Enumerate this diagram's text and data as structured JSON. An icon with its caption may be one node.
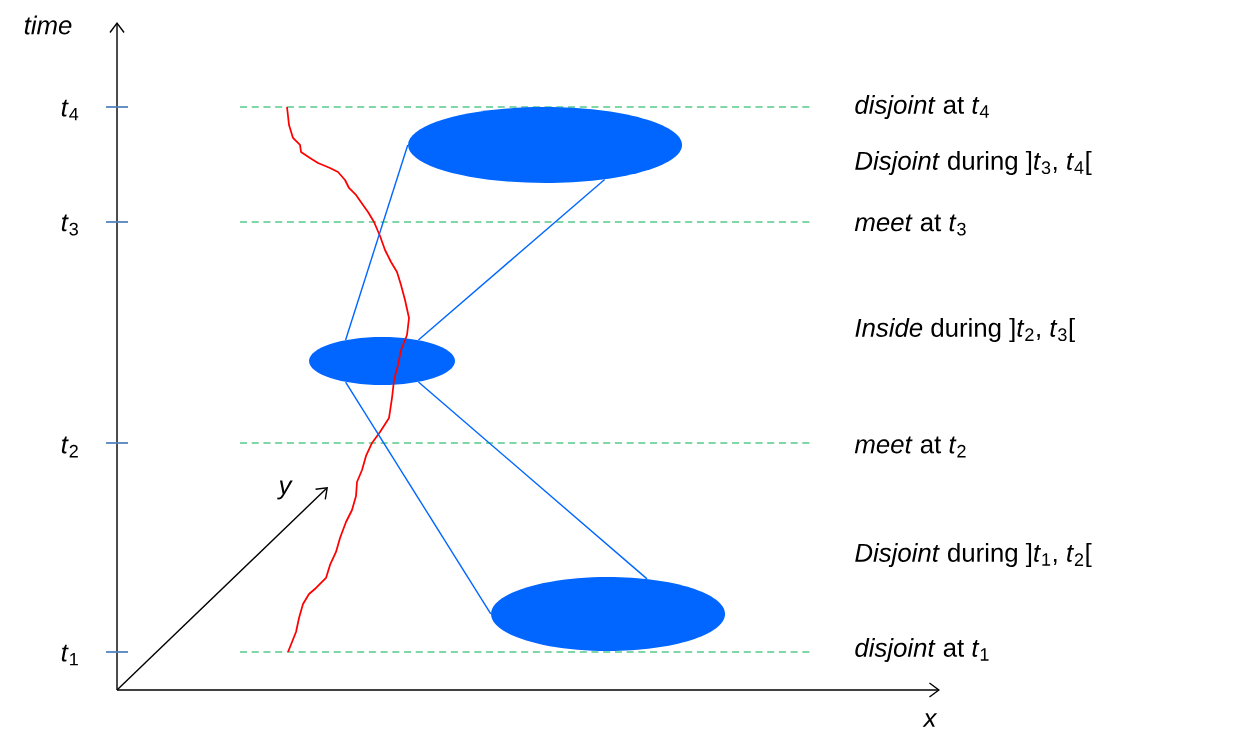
{
  "diagram": {
    "nodes": [
      {
        "text": [],
        "shape": "ellipse"
      },
      {
        "text": [],
        "shape": "ellipse"
      },
      {
        "text": [],
        "shape": "ellipse"
      }
    ],
    "edges": [
      {
        "from": 1,
        "to": 0,
        "arrow": "none"
      },
      {
        "from": 1,
        "to": 0,
        "arrow": "none"
      },
      {
        "from": 1,
        "to": 2,
        "arrow": "none"
      },
      {
        "from": 1,
        "to": 2,
        "arrow": "none"
      }
    ],
    "labels": [
      "time",
      "*t*$_{4}$",
      "*disjoint* at *t*$_{4}$",
      "*Disjoint* during ]*t*$_{3}$, *t*$_{4}$[",
      "*t*$_{3}$",
      "*meet* at *t*$_{3}$",
      "*Inside* during ]*t*$_{2}$, *t*$_{3}$[",
      "*t*$_{2}$",
      "*meet* at *t*$_{2}$",
      "y",
      "*Disjoint* during ]*t*$_{1}$, *t*$_{2}$[",
      "*t*$_{1}$",
      "*disjoint* at *t*$_{1}$",
      "x"
    ]
  }
}
